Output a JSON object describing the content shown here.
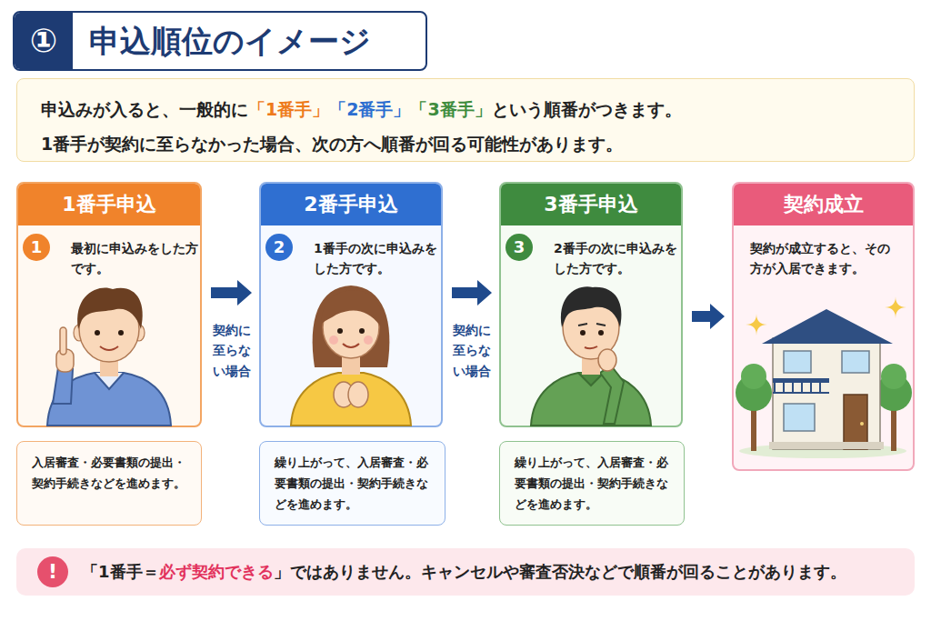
{
  "diagram": {
    "title": "申込順位のイメージ",
    "nodes": [
      {
        "text": [
          "申込みが入ると、一般的に",
          "「1番手」",
          "「2番手」",
          "「3番手」",
          "という順番がつきます。",
          "1番手が契約に至らなかった場合、次の方へ順番が回る可能性があります。"
        ]
      },
      {
        "text": [
          "1番手申込",
          "最初に申込みをした方です。"
        ]
      },
      {
        "text": [
          "1"
        ],
        "in": 1
      },
      {
        "text": [
          "2番手申込",
          "1番手の次に申込みをした方です。"
        ]
      },
      {
        "text": [
          "2"
        ],
        "in": 3
      },
      {
        "text": [
          "3番手申込",
          "2番手の次に申込みをした方です。"
        ]
      },
      {
        "text": [
          "3"
        ],
        "in": 5
      },
      {
        "text": [
          "契約成立",
          "契約が成立すると、その方が入居できます。"
        ]
      },
      {
        "text": [
          "入居審査・必要書類の提出・契約手続きなどを進めます。"
        ]
      },
      {
        "text": [
          "繰り上がって、入居審査・必要書類の提出・契約手続きなどを進めます。"
        ]
      },
      {
        "text": [
          "繰り上がって、入居審査・必要書類の提出・契約手続きなどを進めます。"
        ]
      },
      {
        "text": [
          "「1番手＝",
          "必ず契約できる",
          "」ではありません。キャンセルや審査否決などで順番が回ることがあります。"
        ]
      }
    ],
    "edges": [
      {
        "from": 1,
        "to": 3,
        "arrow": "to",
        "label": "契約に至らない場合"
      },
      {
        "from": 3,
        "to": 5,
        "arrow": "to",
        "label": "契約に至らない場合"
      },
      {
        "from": 5,
        "to": 7,
        "arrow": "to"
      }
    ],
    "labels": [
      "①",
      "!"
    ]
  }
}
